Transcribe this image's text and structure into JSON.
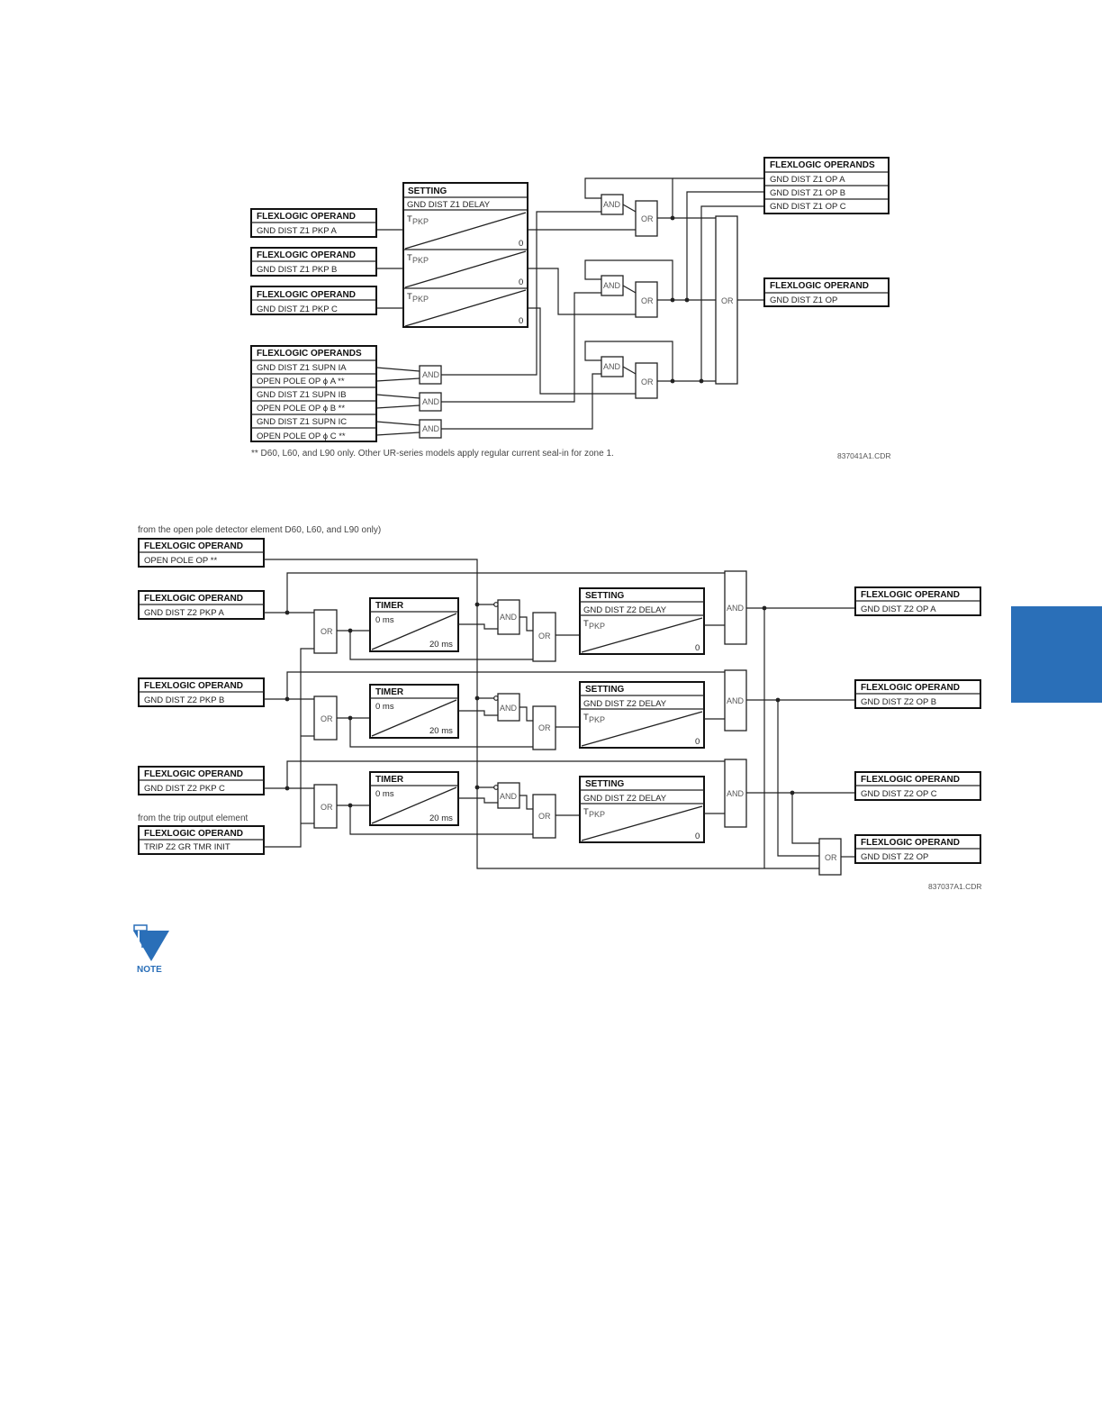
{
  "side_tab": {
    "color": "#2a6fb8"
  },
  "note_icon": {
    "label": "NOTE",
    "color": "#2a6fb8"
  },
  "diagram1": {
    "setting": {
      "header": "SETTING",
      "name": "GND DIST Z1 DELAY",
      "tpkp": "T",
      "tpkp_sub": "PKP",
      "zero": "0"
    },
    "inputs": [
      {
        "header": "FLEXLOGIC OPERAND",
        "value": "GND DIST Z1 PKP A"
      },
      {
        "header": "FLEXLOGIC OPERAND",
        "value": "GND DIST Z1 PKP B"
      },
      {
        "header": "FLEXLOGIC OPERAND",
        "value": "GND DIST Z1 PKP C"
      }
    ],
    "supn": {
      "header": "FLEXLOGIC OPERANDS",
      "rows": [
        "GND DIST Z1 SUPN IA",
        "OPEN POLE OP ϕ A **",
        "GND DIST Z1 SUPN IB",
        "OPEN POLE OP ϕ B **",
        "GND DIST Z1 SUPN IC",
        "OPEN POLE OP ϕ C **"
      ]
    },
    "outputs_phase": {
      "header": "FLEXLOGIC OPERANDS",
      "rows": [
        "GND DIST Z1 OP A",
        "GND DIST Z1 OP B",
        "GND DIST Z1 OP C"
      ]
    },
    "output_op": {
      "header": "FLEXLOGIC OPERAND",
      "value": "GND DIST Z1 OP"
    },
    "gate_and": "AND",
    "gate_or": "OR",
    "footnote": "** D60, L60, and L90 only. Other UR-series models apply regular current seal-in for zone 1.",
    "code": "837041A1.CDR"
  },
  "diagram2": {
    "top_note": "from the open pole detector element  D60, L60, and L90 only)",
    "open_pole": {
      "header": "FLEXLOGIC OPERAND",
      "value": "OPEN POLE OP **"
    },
    "inputs": [
      {
        "header": "FLEXLOGIC OPERAND",
        "value": "GND DIST Z2 PKP A"
      },
      {
        "header": "FLEXLOGIC OPERAND",
        "value": "GND DIST Z2 PKP B"
      },
      {
        "header": "FLEXLOGIC OPERAND",
        "value": "GND DIST Z2 PKP C"
      }
    ],
    "trip_note": "from the trip output element",
    "trip": {
      "header": "FLEXLOGIC OPERAND",
      "value": "TRIP Z2 GR TMR INIT"
    },
    "timer": {
      "header": "TIMER",
      "t1": "0 ms",
      "t2": "20 ms"
    },
    "setting": {
      "header": "SETTING",
      "name": "GND DIST Z2 DELAY",
      "tpkp": "T",
      "tpkp_sub": "PKP",
      "zero": "0"
    },
    "outputs": [
      {
        "header": "FLEXLOGIC OPERAND",
        "value": "GND DIST Z2 OP A"
      },
      {
        "header": "FLEXLOGIC OPERAND",
        "value": "GND DIST Z2 OP B"
      },
      {
        "header": "FLEXLOGIC OPERAND",
        "value": "GND DIST Z2 OP C"
      },
      {
        "header": "FLEXLOGIC OPERAND",
        "value": "GND DIST Z2 OP"
      }
    ],
    "gate_and": "AND",
    "gate_or": "OR",
    "code": "837037A1.CDR"
  }
}
